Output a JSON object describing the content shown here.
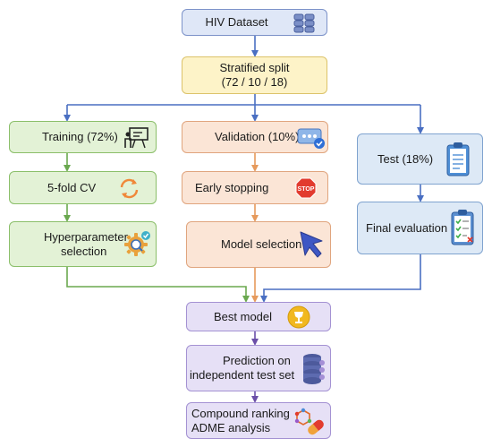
{
  "nodes": {
    "dataset": "HIV Dataset",
    "split_line1": "Stratified split",
    "split_line2": "(72 / 10 / 18)",
    "training": "Training (72%)",
    "cv": "5-fold CV",
    "hyper_line1": "Hyperparameter",
    "hyper_line2": "selection",
    "validation": "Validation (10%)",
    "early": "Early stopping",
    "model_sel": "Model selection",
    "test": "Test (18%)",
    "final_eval": "Final evaluation",
    "best_model": "Best model",
    "pred_line1": "Prediction on",
    "pred_line2": "independent test set",
    "rank_line1": "Compound ranking",
    "rank_line2": "ADME analysis"
  },
  "icons": {
    "stop_text": "STOP",
    "names": [
      "database-icon",
      "teaching-board-icon",
      "refresh-icon",
      "gear-check-icon",
      "chat-check-icon",
      "stop-sign-icon",
      "cursor-arrow-icon",
      "clipboard-icon",
      "checklist-icon",
      "trophy-icon",
      "database-stack-icon",
      "molecule-pill-icon"
    ]
  },
  "colors": {
    "blue": "#4a6fc2",
    "green": "#6aa84f",
    "orange": "#e69a5c",
    "purple": "#6b4fa8"
  }
}
